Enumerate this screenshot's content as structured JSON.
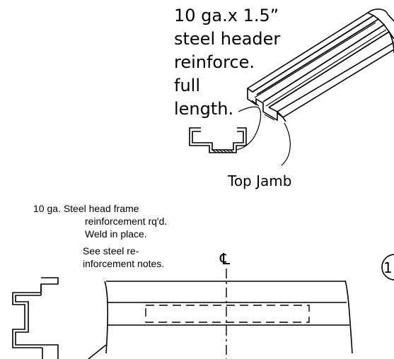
{
  "header_callout": {
    "lines": [
      "10 ga.x 1.5”",
      "steel header",
      "reinforce.",
      "full",
      "length."
    ]
  },
  "jamb_label": "Top Jamb",
  "frame_note": {
    "lines": [
      "10 ga. Steel head frame",
      "reinforcement rq'd.",
      "Weld in place.",
      "See steel re-",
      "inforcement notes."
    ]
  },
  "centerline_symbol": "℄",
  "detail_marker": "1"
}
